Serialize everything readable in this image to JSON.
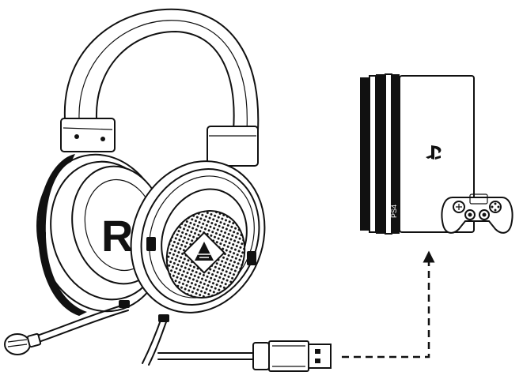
{
  "diagram": {
    "headset": {
      "side_letter": "R",
      "icon": "headset-icon",
      "earcup_logo_icon": "triangle-logo-icon",
      "microphone_icon": "boom-mic-icon"
    },
    "cable": {
      "connector_icon": "usb-plug-icon",
      "connection_style": "dashed-arrow"
    },
    "console": {
      "icon": "ps4-pro-console-icon",
      "brand_logo_icon": "playstation-logo-icon",
      "side_text": "PS4",
      "controller_icon": "gamepad-icon"
    },
    "colors": {
      "ink": "#111111",
      "background": "#ffffff"
    }
  }
}
